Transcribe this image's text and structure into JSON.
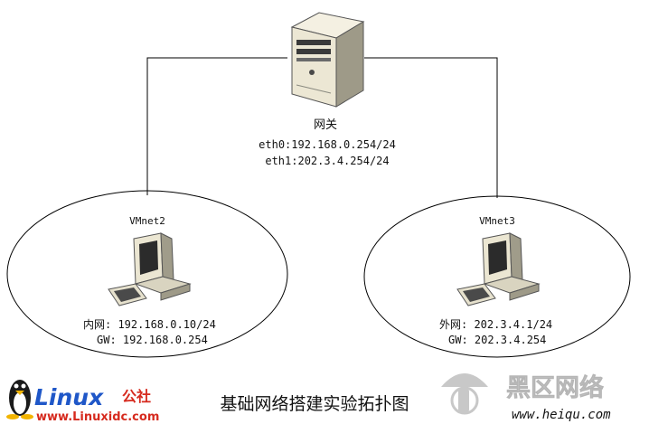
{
  "gateway": {
    "name": "网关",
    "eth0": "eth0:192.168.0.254/24",
    "eth1": "eth1:202.3.4.254/24"
  },
  "vmnet_left": {
    "name": "VMnet2",
    "ip_line": "内网: 192.168.0.10/24",
    "gw_line": "GW: 192.168.0.254"
  },
  "vmnet_right": {
    "name": "VMnet3",
    "ip_line": "外网: 202.3.4.1/24",
    "gw_line": "GW: 202.3.4.254"
  },
  "caption": "基础网络搭建实验拓扑图",
  "logo_left": {
    "brand": "Linux",
    "brand_suffix": "公社",
    "url": "www.Linuxidc.com"
  },
  "logo_right": {
    "brand": "黑区网络",
    "url": "www.heiqu.com"
  },
  "colors": {
    "line": "#000000",
    "logo_blue": "#1f57c8",
    "logo_red": "#d62a1e",
    "watermark_gray": "#c8c8c8"
  }
}
